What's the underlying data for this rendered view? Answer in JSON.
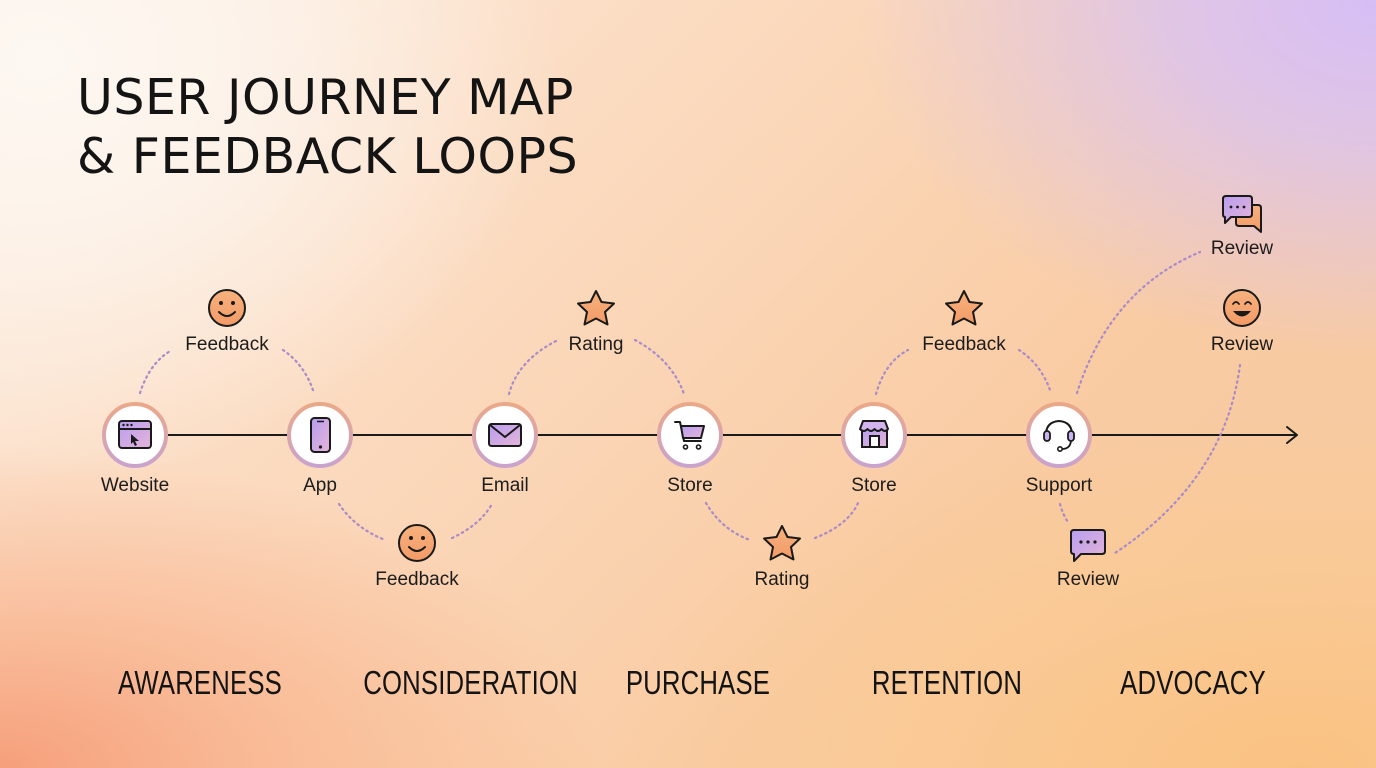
{
  "title": {
    "line1": "USER JOURNEY MAP",
    "line2": "& FEEDBACK LOOPS"
  },
  "touchpoints": [
    {
      "label": "Website",
      "icon": "browser-cursor-icon"
    },
    {
      "label": "App",
      "icon": "smartphone-icon"
    },
    {
      "label": "Email",
      "icon": "envelope-icon"
    },
    {
      "label": "Store",
      "icon": "shopping-cart-icon"
    },
    {
      "label": "Store",
      "icon": "storefront-icon"
    },
    {
      "label": "Support",
      "icon": "headset-icon"
    }
  ],
  "feedback_loops": [
    {
      "label": "Feedback",
      "icon": "smiley-icon",
      "position": "above",
      "from": "Website",
      "to": "App"
    },
    {
      "label": "Feedback",
      "icon": "smiley-icon",
      "position": "below",
      "from": "App",
      "to": "Email"
    },
    {
      "label": "Rating",
      "icon": "star-icon",
      "position": "above",
      "from": "Email",
      "to": "Store"
    },
    {
      "label": "Rating",
      "icon": "star-icon",
      "position": "below",
      "from": "Store",
      "to": "Store"
    },
    {
      "label": "Feedback",
      "icon": "star-icon",
      "position": "above",
      "from": "Store",
      "to": "Support"
    },
    {
      "label": "Review",
      "icon": "chat-bubble-icon",
      "position": "below",
      "from": "Support",
      "to": "Review"
    },
    {
      "label": "Review",
      "icon": "chat-bubbles-icon",
      "position": "top-right",
      "from": "Support",
      "to": "Review"
    },
    {
      "label": "Review",
      "icon": "grin-icon",
      "position": "right",
      "from": "Review",
      "to": "Review"
    }
  ],
  "stages": [
    "AWARENESS",
    "CONSIDERATION",
    "PURCHASE",
    "RETENTION",
    "ADVOCACY"
  ],
  "colors": {
    "icon_fill_purple": "#c9b2f0",
    "icon_fill_orange": "#f6a872",
    "node_ring": "#e6a88c",
    "dotted_line": "#a98bc8",
    "text": "#141414"
  }
}
